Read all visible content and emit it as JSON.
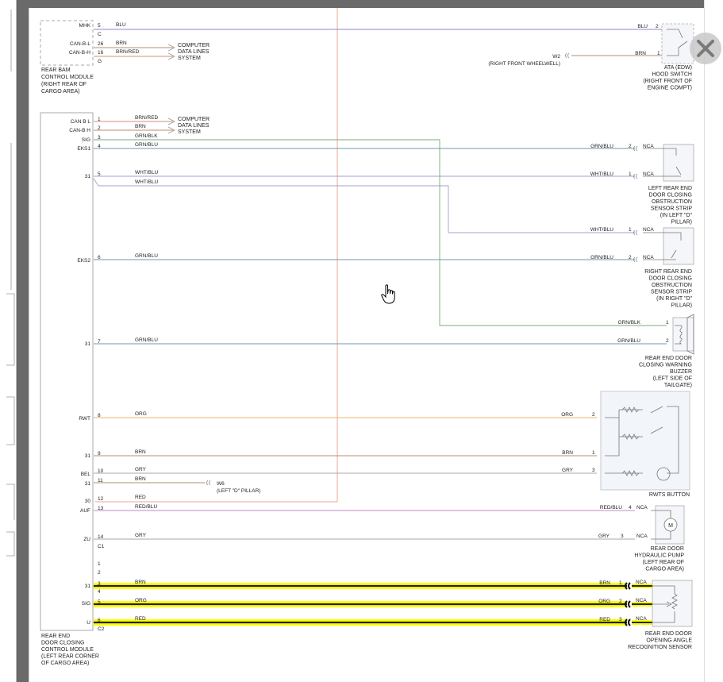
{
  "modules": {
    "bsm": {
      "title": [
        "REAR BAM",
        "CONTROL MODULE",
        "(RIGHT REAR OF",
        "CARGO AREA)"
      ],
      "pins": [
        {
          "label": "MHK",
          "num": "5",
          "wire": "BLU"
        },
        {
          "label": "",
          "num": "C",
          "wire": ""
        },
        {
          "label": "CAN-B-L",
          "num": "26",
          "wire": "BRN"
        },
        {
          "label": "CAN-B-H",
          "num": "16",
          "wire": "BRN/RED"
        },
        {
          "label": "",
          "num": "G",
          "wire": ""
        }
      ],
      "data_lines": [
        "COMPUTER",
        "DATA LINES",
        "SYSTEM"
      ]
    },
    "main": {
      "title": [
        "REAR END",
        "DOOR CLOSING",
        "CONTROL MODULE",
        "(LEFT REAR CORNER",
        "OF CARGO AREA)"
      ],
      "data_lines": [
        "COMPUTER",
        "DATA LINES",
        "SYSTEM"
      ],
      "pins": [
        {
          "label": "CAN B L",
          "num": "1",
          "wire": "BRN/RED"
        },
        {
          "label": "CAN-B H",
          "num": "2",
          "wire": "BRN"
        },
        {
          "label": "SIG",
          "num": "3",
          "wire": "GRN/BLK"
        },
        {
          "label": "EKS1",
          "num": "4",
          "wire": "GRN/BLU"
        },
        {
          "label": "31",
          "num": "5",
          "wire": "WHT/BLU"
        },
        {
          "label": "",
          "num": "",
          "wire": "WHT/BLU"
        },
        {
          "label": "EKS2",
          "num": "6",
          "wire": "GRN/BLU"
        },
        {
          "label": "31",
          "num": "7",
          "wire": "GRN/BLU"
        },
        {
          "label": "RWT",
          "num": "8",
          "wire": "ORG"
        },
        {
          "label": "31",
          "num": "9",
          "wire": "BRN"
        },
        {
          "label": "BEL",
          "num": "10",
          "wire": "GRY"
        },
        {
          "label": "31",
          "num": "11",
          "wire": "BRN"
        },
        {
          "label": "30",
          "num": "12",
          "wire": "RED"
        },
        {
          "label": "AUF",
          "num": "13",
          "wire": "RED/BLU"
        },
        {
          "label": "ZU",
          "num": "14",
          "wire": "GRY"
        },
        {
          "label": "",
          "num": "C1",
          "wire": ""
        },
        {
          "label": "",
          "num": "1",
          "wire": ""
        },
        {
          "label": "",
          "num": "2",
          "wire": ""
        },
        {
          "label": "31",
          "num": "3",
          "wire": "BRN"
        },
        {
          "label": "",
          "num": "4",
          "wire": ""
        },
        {
          "label": "SIG",
          "num": "5",
          "wire": "ORG"
        },
        {
          "label": "",
          "num": "",
          "wire": ""
        },
        {
          "label": "U",
          "num": "6",
          "wire": "RED"
        },
        {
          "label": "",
          "num": "C2",
          "wire": ""
        }
      ]
    }
  },
  "grounds": {
    "w2": {
      "name": "W2",
      "loc": "(RIGHT FRONT WHEELWELL)"
    },
    "w6": {
      "name": "W6",
      "loc": "(LEFT \"D\" PILLAR)"
    }
  },
  "nca": "NCA",
  "components": {
    "hood_switch": {
      "title": [
        "ATA (EDW)",
        "HOOD SWITCH",
        "(RIGHT FRONT OF",
        "ENGINE COMPT)"
      ],
      "pins": [
        {
          "num": "2",
          "wire": "BLU"
        },
        {
          "num": "1",
          "wire": "BRN"
        }
      ]
    },
    "left_strip": {
      "title": [
        "LEFT REAR END",
        "DOOR CLOSING",
        "OBSTRUCTION",
        "SENSOR STRIP",
        "(IN LEFT \"D\"",
        "PILLAR)"
      ],
      "pins": [
        {
          "num": "2",
          "wire": "GRN/BLU"
        },
        {
          "num": "1",
          "wire": "WHT/BLU"
        }
      ]
    },
    "right_strip": {
      "title": [
        "RIGHT REAR END",
        "DOOR CLOSING",
        "OBSTRUCTION",
        "SENSOR STRIP",
        "(IN RIGHT \"D\"",
        "PILLAR)"
      ],
      "pins": [
        {
          "num": "1",
          "wire": "WHT/BLU"
        },
        {
          "num": "2",
          "wire": "GRN/BLU"
        }
      ]
    },
    "buzzer": {
      "title": [
        "REAR END DOOR",
        "CLOSING WARNING",
        "BUZZER",
        "(LEFT SIDE OF",
        "TAILGATE)"
      ],
      "pins": [
        {
          "num": "1",
          "wire": "GRN/BLK"
        },
        {
          "num": "2",
          "wire": "GRN/BLU"
        }
      ]
    },
    "rwts": {
      "title": [
        "RWTS BUTTON"
      ],
      "pins": [
        {
          "num": "2",
          "wire": "ORG"
        },
        {
          "num": "1",
          "wire": "BRN"
        },
        {
          "num": "3",
          "wire": "GRY"
        }
      ]
    },
    "pump": {
      "title": [
        "REAR DOOR",
        "HYDRAULIC PUMP",
        "(LEFT REAR OF",
        "CARGO AREA)"
      ],
      "symbol": "M",
      "pins": [
        {
          "num": "4",
          "wire": "RED/BLU"
        },
        {
          "num": "3",
          "wire": "GRY"
        }
      ]
    },
    "angle_sensor": {
      "title": [
        "REAR END DOOR",
        "OPENING ANGLE",
        "RECOGNITION SENSOR"
      ],
      "pins": [
        {
          "num": "1",
          "wire": "BRN"
        },
        {
          "num": "2",
          "wire": "ORG"
        },
        {
          "num": "3",
          "wire": "RED"
        }
      ]
    }
  },
  "colors": {
    "blu": "#8a8ad8",
    "brn": "#b88f6a",
    "brn_red": "#d49070",
    "grn_blk": "#7aa87a",
    "grn_blu": "#6f9aa8",
    "wht_blu": "#a0a0d0",
    "org": "#f0b070",
    "gry": "#a8a8a8",
    "red": "#e08080",
    "red_blu": "#c08ac0",
    "highlight": "#ffff00"
  },
  "icons": {
    "close": "close-icon",
    "cursor": "hand-pointer-icon"
  }
}
